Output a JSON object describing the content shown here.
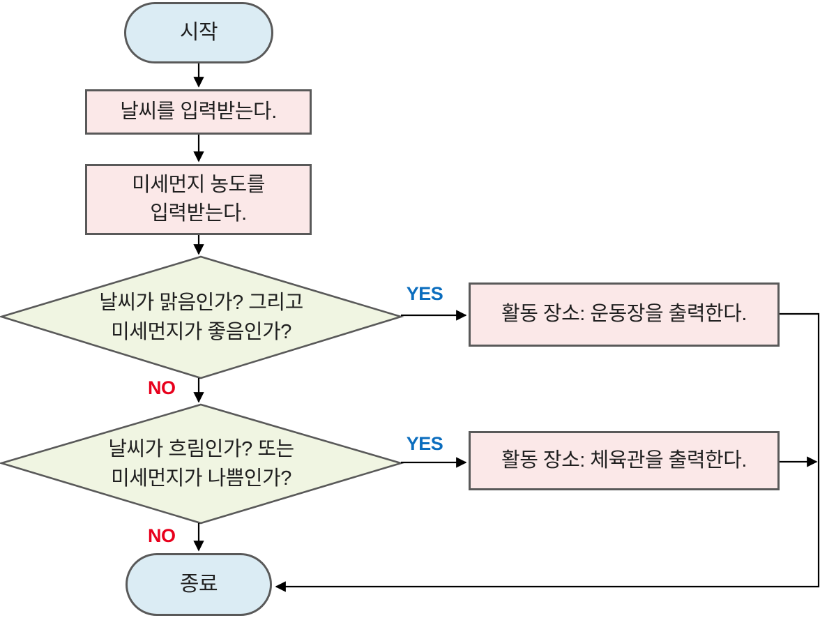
{
  "colors": {
    "terminator_fill": "#dbecf4",
    "process_fill": "#fbe8e8",
    "decision_fill": "#f0f5e2",
    "shape_border": "#595959",
    "edge_color": "#000000",
    "text_color": "#1f1f1f",
    "yes_color": "#0b6dbe",
    "no_color": "#e8001c"
  },
  "nodes": {
    "start": "시작",
    "input_weather": "날씨를 입력받는다.",
    "input_dust": "미세먼지 농도를\n입력받는다.",
    "decision_sunny": "날씨가 맑음인가? 그리고\n미세먼지가 좋음인가?",
    "output_playground": "활동 장소: 운동장을 출력한다.",
    "decision_cloudy": "날씨가 흐림인가? 또는\n미세먼지가 나쁨인가?",
    "output_gym": "활동 장소: 체육관을 출력한다.",
    "end": "종료"
  },
  "edge_labels": {
    "decision1_yes": "YES",
    "decision1_no": "NO",
    "decision2_yes": "YES",
    "decision2_no": "NO"
  }
}
